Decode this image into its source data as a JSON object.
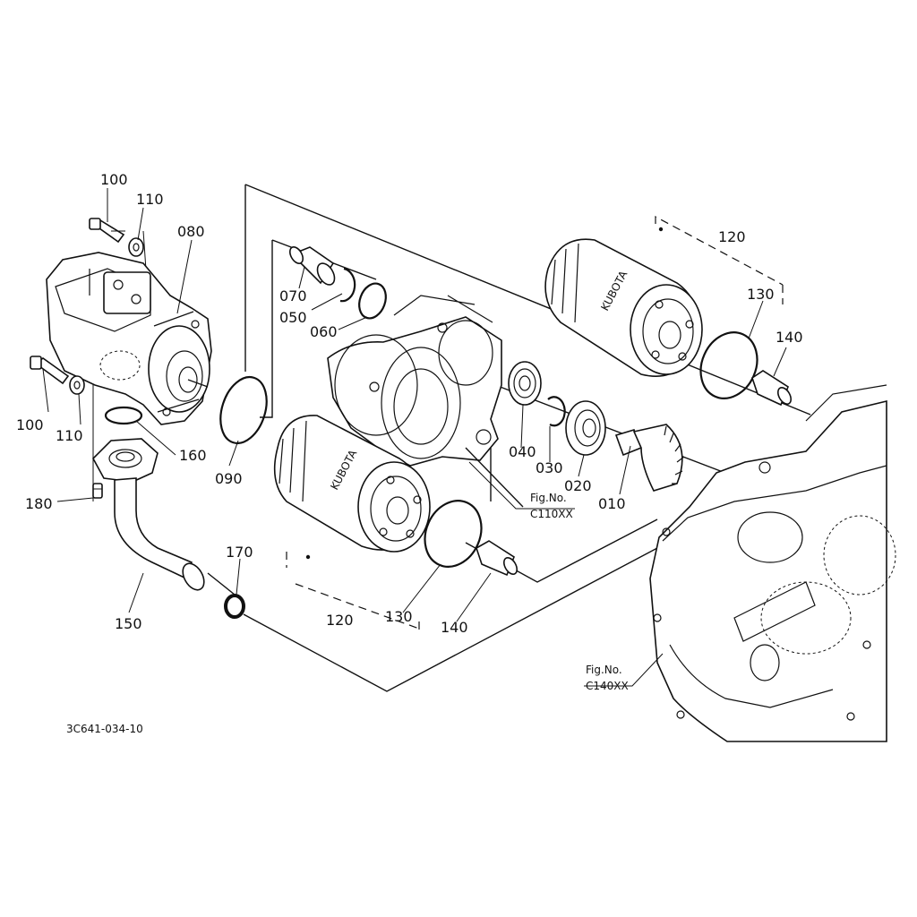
{
  "drawing_code": "3C641-034-10",
  "references": [
    {
      "line1": "Fig.No.",
      "line2": "C110XX"
    },
    {
      "line1": "Fig.No.",
      "line2": "C140XX"
    }
  ],
  "callouts": [
    {
      "id": "c100a",
      "text": "100"
    },
    {
      "id": "c110a",
      "text": "110"
    },
    {
      "id": "c080",
      "text": "080"
    },
    {
      "id": "c100b",
      "text": "100"
    },
    {
      "id": "c110b",
      "text": "110"
    },
    {
      "id": "c160",
      "text": "160"
    },
    {
      "id": "c090",
      "text": "090"
    },
    {
      "id": "c180",
      "text": "180"
    },
    {
      "id": "c170",
      "text": "170"
    },
    {
      "id": "c150",
      "text": "150"
    },
    {
      "id": "c070",
      "text": "070"
    },
    {
      "id": "c050",
      "text": "050"
    },
    {
      "id": "c060",
      "text": "060"
    },
    {
      "id": "c040",
      "text": "040"
    },
    {
      "id": "c030",
      "text": "030"
    },
    {
      "id": "c020",
      "text": "020"
    },
    {
      "id": "c010",
      "text": "010"
    },
    {
      "id": "c120a",
      "text": "120"
    },
    {
      "id": "c130a",
      "text": "130"
    },
    {
      "id": "c140a",
      "text": "140"
    },
    {
      "id": "c120b",
      "text": "120"
    },
    {
      "id": "c130b",
      "text": "130"
    },
    {
      "id": "c140b",
      "text": "140"
    }
  ],
  "filter_text": "KUBOTA"
}
